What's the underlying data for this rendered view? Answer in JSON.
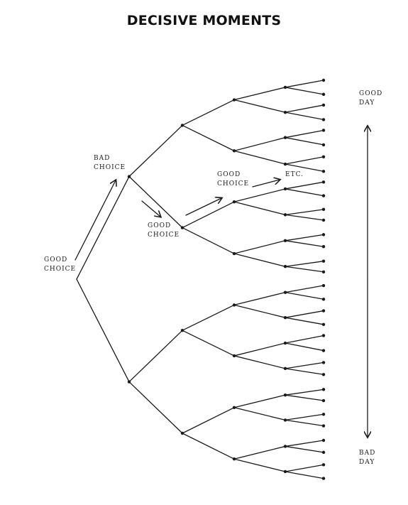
{
  "title": "DECISIVE MOMENTS",
  "labels": {
    "bad_choice": "BAD\nCHOICE",
    "good_choice_root": "GOOD\nCHOICE",
    "good_choice_mid": "GOOD\nCHOICE",
    "good_choice_upper": "GOOD\nCHOICE",
    "etc": "ETC.",
    "good_day": "GOOD\nDAY",
    "bad_day": "BAD\nDAY"
  },
  "colors": {
    "ink": "#1a1a1a",
    "background": "#ffffff"
  }
}
